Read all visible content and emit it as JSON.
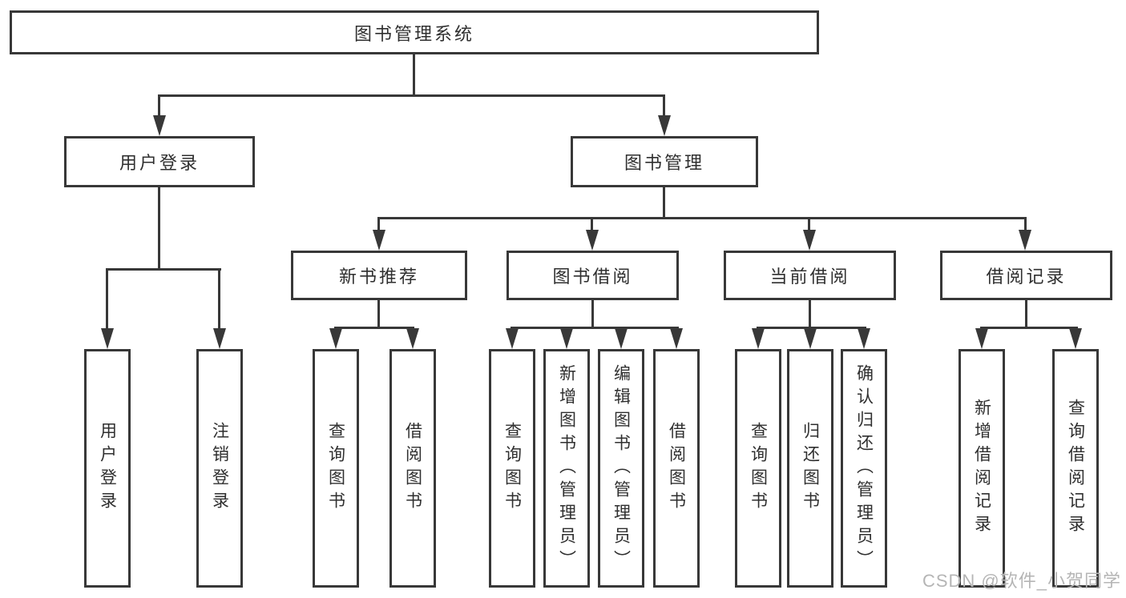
{
  "diagram": {
    "title": "图书管理系统",
    "tree": {
      "label": "图书管理系统",
      "children": [
        {
          "label": "用户登录",
          "children": [
            {
              "label": "用户登录"
            },
            {
              "label": "注销登录"
            }
          ]
        },
        {
          "label": "图书管理",
          "children": [
            {
              "label": "新书推荐",
              "children": [
                {
                  "label": "查询图书"
                },
                {
                  "label": "借阅图书"
                }
              ]
            },
            {
              "label": "图书借阅",
              "children": [
                {
                  "label": "查询图书"
                },
                {
                  "label": "新增图书（管理员）"
                },
                {
                  "label": "编辑图书（管理员）"
                },
                {
                  "label": "借阅图书"
                }
              ]
            },
            {
              "label": "当前借阅",
              "children": [
                {
                  "label": "查询图书"
                },
                {
                  "label": "归还图书"
                },
                {
                  "label": "确认归还（管理员）"
                }
              ]
            },
            {
              "label": "借阅记录",
              "children": [
                {
                  "label": "新增借阅记录"
                },
                {
                  "label": "查询借阅记录"
                }
              ]
            }
          ]
        }
      ]
    },
    "watermark": "CSDN @软件_小贺同学",
    "colors": {
      "line": "#383838",
      "text": "#2f2f2f",
      "watermark": "#b5b5b5",
      "background": "#ffffff"
    }
  }
}
